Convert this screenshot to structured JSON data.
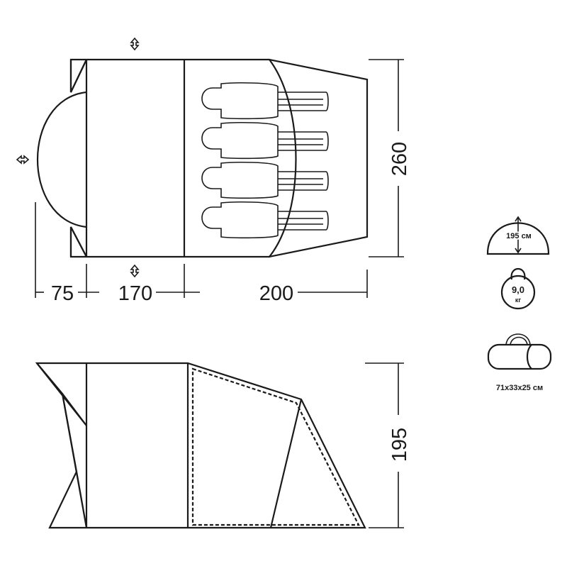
{
  "plan_dimensions": {
    "vestibule_length": "75",
    "inner_room_length": "170",
    "bedroom_length": "200",
    "width": "260"
  },
  "side_dimensions": {
    "height": "195"
  },
  "specs": {
    "height": {
      "icon": "tent-height-icon",
      "label": "195 см"
    },
    "weight": {
      "icon": "weight-icon",
      "value": "9,0",
      "unit": "кг"
    },
    "pack_size": {
      "icon": "bag-icon",
      "label": "71x33x25 см"
    }
  },
  "colors": {
    "line": "#1a1a1a",
    "background": "#ffffff"
  }
}
